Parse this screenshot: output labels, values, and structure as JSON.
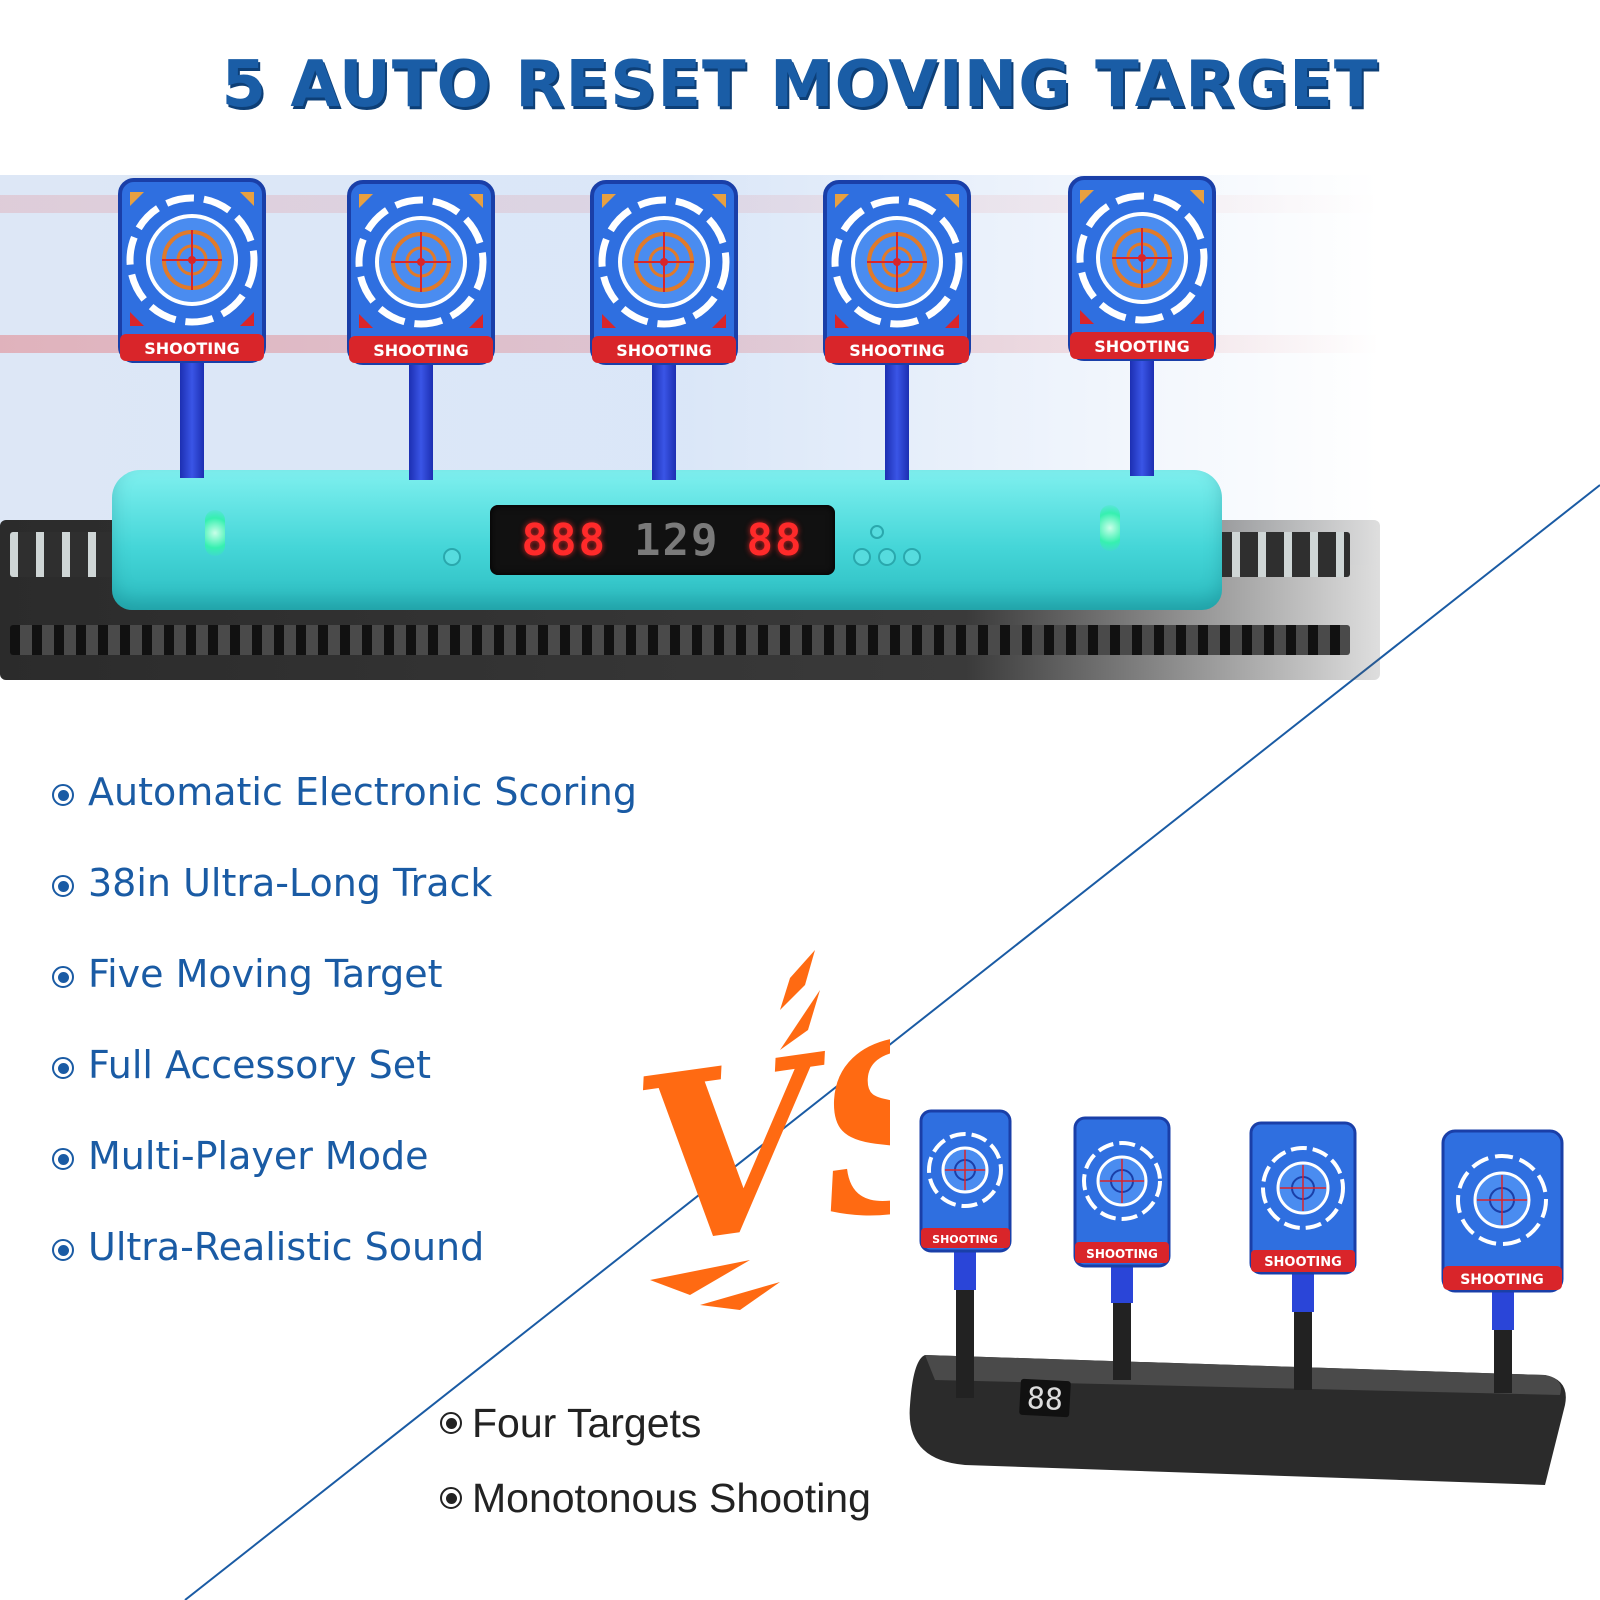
{
  "headline": "5 AUTO RESET MOVING TARGET",
  "top_product": {
    "target_label": "SHOOTING",
    "display": {
      "group1": "888",
      "group2": "129",
      "group3": "88"
    }
  },
  "features": [
    "Automatic Electronic Scoring",
    "38in Ultra-Long Track",
    "Five Moving Target",
    "Full Accessory Set",
    "Multi-Player Mode",
    "Ultra-Realistic Sound"
  ],
  "vs_label": "VS",
  "bottom_product": {
    "target_label": "SHOOTING",
    "display": "88"
  },
  "cons": [
    "Four Targets",
    "Monotonous Shooting"
  ],
  "colors": {
    "headline": "#1a5da6",
    "feature_text": "#1a5ba4",
    "vs": "#ff6a12",
    "base_teal": "#45d6d8",
    "target_blue": "#2f6fe0",
    "target_red": "#d9252a",
    "led_red": "#ff2a2a",
    "diagonal": "#1a5ba4"
  },
  "icons": {
    "bullet": "radio-bullet-icon",
    "target": "crosshair-target-icon"
  }
}
